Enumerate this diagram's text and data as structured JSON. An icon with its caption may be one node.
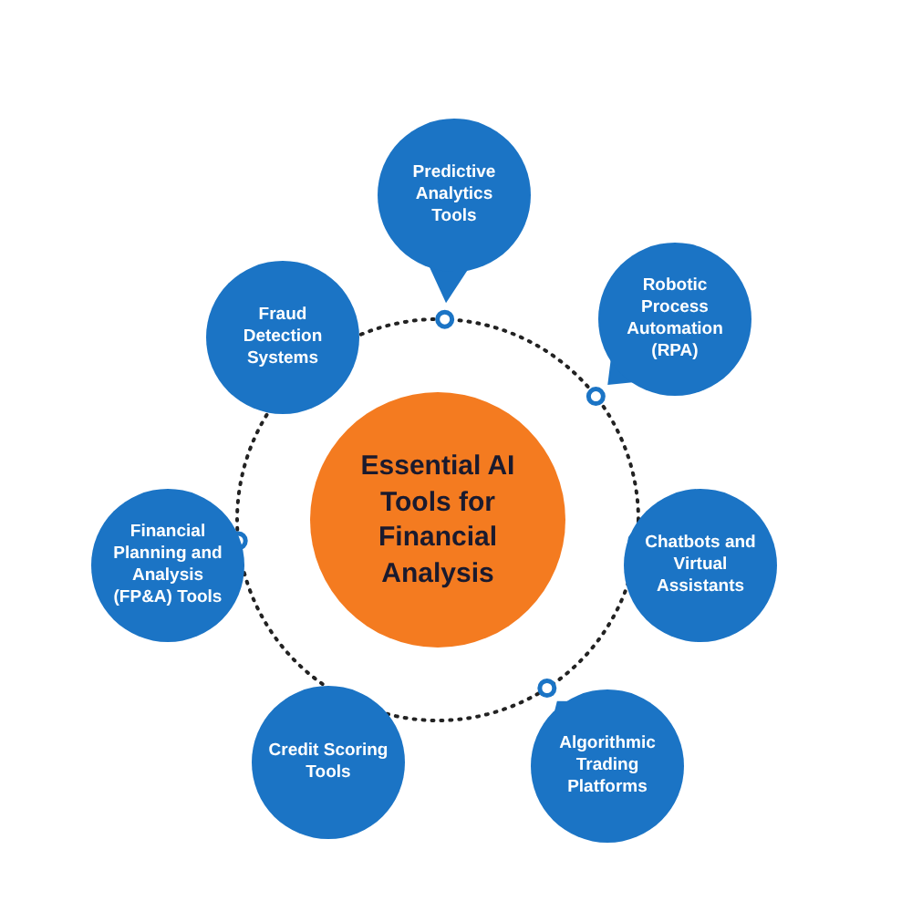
{
  "diagram": {
    "nodes": [
      {
        "text": [
          "Essential AI Tools for Financial Analysis"
        ]
      },
      {
        "text": [
          "Predictive Analytics Tools"
        ]
      },
      {
        "text": [
          "Robotic Process Automation (RPA)"
        ]
      },
      {
        "text": [
          "Chatbots and Virtual Assistants"
        ]
      },
      {
        "text": [
          "Algorithmic Trading Platforms"
        ]
      },
      {
        "text": [
          "Credit Scoring Tools"
        ]
      },
      {
        "text": [
          "Financial Planning and Analysis (FP&A) Tools"
        ]
      },
      {
        "text": [
          "Fraud Detection Systems"
        ]
      }
    ]
  }
}
